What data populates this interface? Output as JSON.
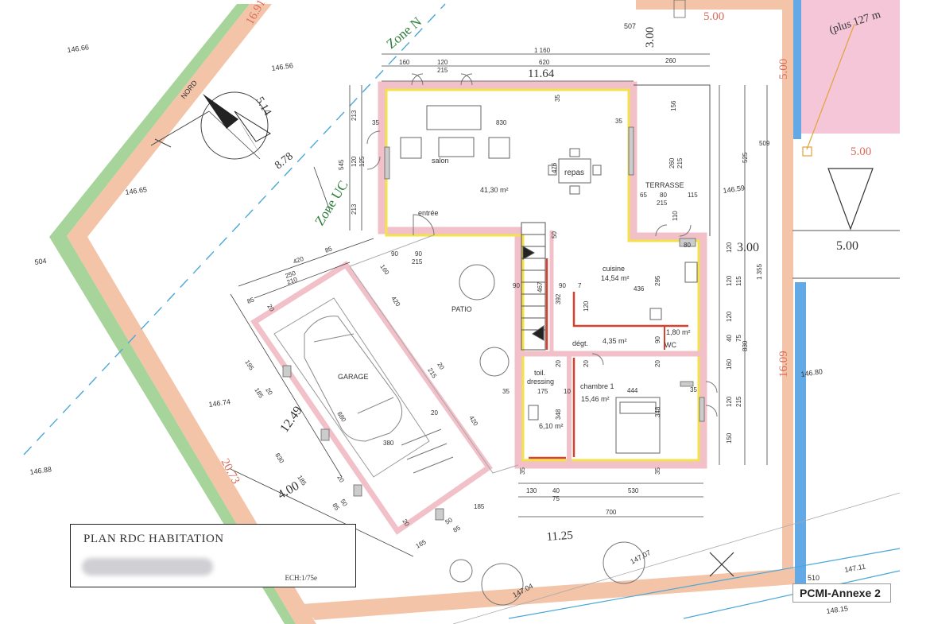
{
  "title_block": {
    "title": "PLAN RDC HABITATION",
    "scale": "ECH:1/75e"
  },
  "annex_label": "PCMI-Annexe 2",
  "compass": {
    "label": "NORD"
  },
  "zones": {
    "zone_uc": "Zone UC",
    "zone_n": "Zone N"
  },
  "neighbour_note": "(plus 127 m",
  "rooms": {
    "salon": "salon",
    "repas": "repas",
    "entree": "entrée",
    "living_area": "41,30 m²",
    "terrasse": "TERRASSE",
    "cuisine": "cuisine",
    "cuisine_area": "14,54 m²",
    "degt": "dégt.",
    "degt_area": "4,35 m²",
    "wc": "WC",
    "wc_area": "1,80 m²",
    "chambre": "chambre 1",
    "chambre_area": "15,46 m²",
    "toil": "toil.",
    "dressing": "dressing",
    "dressing_area": "6,10 m²",
    "garage": "GARAGE",
    "patio": "PATIO"
  },
  "elevations": {
    "e1": "146.66",
    "e2": "146.56",
    "e3": "146.65",
    "e4": "146.59",
    "e5": "146.74",
    "e6": "146.88",
    "e7": "146.80",
    "e8": "147.07",
    "e9": "147.04",
    "e10": "147.11",
    "e11": "148.15"
  },
  "boundary_lengths": {
    "b1": "16.91",
    "b2": "20.73",
    "b3": "16.09",
    "b4": "5.00",
    "b5": "5.00",
    "b6": "5.00",
    "b7": "5.00",
    "b8": "504",
    "b9": "507",
    "b10": "510"
  },
  "setbacks": {
    "s1": "11.64",
    "s2": "3.00",
    "s3": "3.00",
    "s4": "5.14",
    "s5": "8.78",
    "s6": "12.49",
    "s7": "4.00",
    "s8": "11.25"
  },
  "dims": {
    "top_total": "1 160",
    "top_160": "160",
    "top_120": "120",
    "top_215": "215",
    "top_620": "620",
    "top_260": "260",
    "d35a": "35",
    "d830": "830",
    "d35b": "35",
    "d35v": "35",
    "d476": "476",
    "d50": "50",
    "d156": "156",
    "d260": "260",
    "d215": "215",
    "d65": "65",
    "d80": "80",
    "d115": "115",
    "d215b": "215",
    "d110": "110",
    "d213a": "213",
    "d545": "545",
    "d120": "120",
    "d125": "125",
    "d213b": "213",
    "d525": "525",
    "d509": "509",
    "d80b": "80",
    "d120b": "120",
    "d1355": "1 355",
    "d120c": "120",
    "d115b": "115",
    "d120d": "120",
    "d830b": "830",
    "d40": "40",
    "d75": "75",
    "d160": "160",
    "d120e": "120",
    "d215c": "215",
    "d150": "150",
    "d90a": "90",
    "d90b": "90",
    "d215d": "215",
    "d420": "420",
    "d85": "85",
    "d250": "250",
    "d210": "210",
    "d160b": "160",
    "d420b": "420",
    "d85b": "85",
    "d20": "20",
    "d467": "467",
    "d90c": "90",
    "d90d": "90",
    "d7": "7",
    "d436": "436",
    "d392": "392",
    "d295": "295",
    "d120f": "120",
    "d90e": "90",
    "d20b": "20",
    "d20c": "20",
    "d20d": "20",
    "d35c": "35",
    "d175": "175",
    "d10": "10",
    "d444": "444",
    "d35d": "35",
    "d348a": "348",
    "d348b": "348",
    "d130": "130",
    "d40b": "40",
    "d75b": "75",
    "d530": "530",
    "d700": "700",
    "d35e": "35",
    "d35f": "35",
    "d195": "195",
    "d185": "185",
    "d830c": "830",
    "d380": "380",
    "d880": "880",
    "d20e": "20",
    "d420c": "420",
    "d185b": "185",
    "d50b": "50",
    "d85c": "85",
    "d185c": "185",
    "d185d": "185",
    "d20f": "20",
    "d20g": "20",
    "d20h": "20",
    "d20i": "20",
    "d215e": "215",
    "d50c": "50",
    "d85d": "85"
  },
  "colors": {
    "setback_orange": "#f3c4a8",
    "green_strip": "#a7d49a",
    "blue_strip": "#63a9e6",
    "pink_area": "#f4c6d7",
    "wall_pink": "#f2c0c8",
    "wall_yellow": "#f3e24a",
    "new_wall_red": "#d9412f",
    "dashed_blue": "#4aa8d8"
  }
}
